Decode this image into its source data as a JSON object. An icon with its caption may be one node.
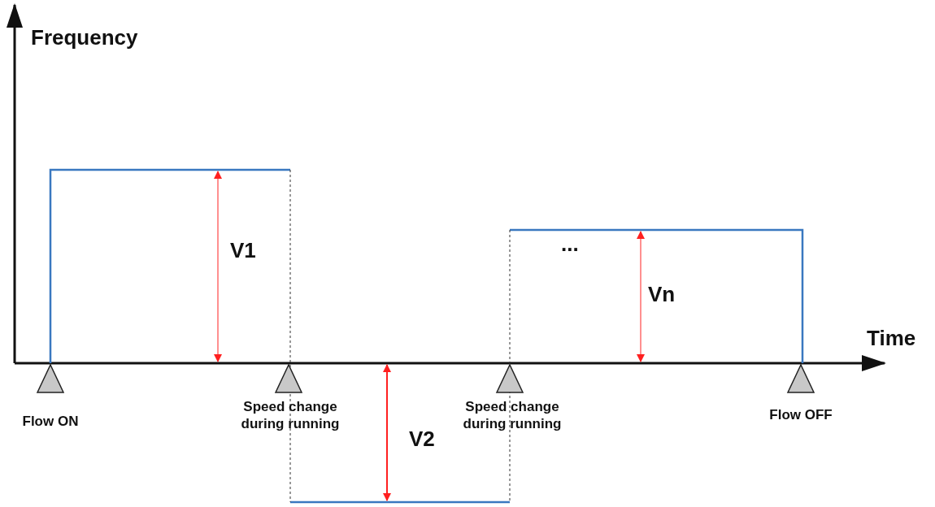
{
  "diagram": {
    "labels": [
      "Frequency",
      "Time",
      "V1",
      "...",
      "Vn",
      "Flow ON",
      "Speed change during running",
      "V2",
      "Speed change during running",
      "Flow OFF"
    ]
  }
}
